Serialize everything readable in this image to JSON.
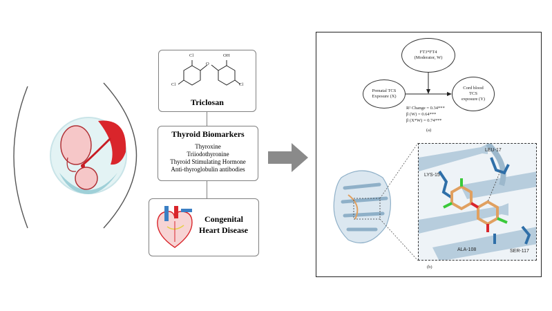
{
  "left_panel": {
    "triclosan": {
      "molecule_labels": [
        "Cl",
        "O",
        "OH",
        "Cl",
        "Cl"
      ],
      "name": "Triclosan"
    },
    "biomarkers": {
      "title": "Thyroid Biomarkers",
      "items": [
        "Thyroxine",
        "Triiodothyronine",
        "Thyroid Stimulating Hormone",
        "Anti-thyroglobulin antibodies"
      ]
    },
    "chd": {
      "line1": "Congenital",
      "line2": "Heart Disease"
    }
  },
  "right_panel": {
    "model": {
      "moderator": [
        "FT3*FT4",
        "(Moderator, W)"
      ],
      "exposure": [
        "Prenatal TCS",
        "Exposure (X)"
      ],
      "outcome": [
        "Cord blood",
        "TCS",
        "exposure (Y)"
      ],
      "stats": [
        "R² Change = 0.34***",
        "β (W) = 0.64***",
        "β (X*W) = 0.74***"
      ],
      "caption": "(a)"
    },
    "docking": {
      "residues": [
        "LEU-17",
        "LYS-15",
        "ALA-108",
        "SER-117"
      ],
      "caption": "(b)"
    }
  },
  "colors": {
    "box_border": "#7f7f7f",
    "arrow_gray": "#8a8a8a",
    "fetus_red": "#d9252b",
    "amniotic_teal": "#bfe3e8",
    "ligand_orange": "#e0a060",
    "protein_blue": "#8fb0c8",
    "residue_blue": "#2f6fa8"
  }
}
